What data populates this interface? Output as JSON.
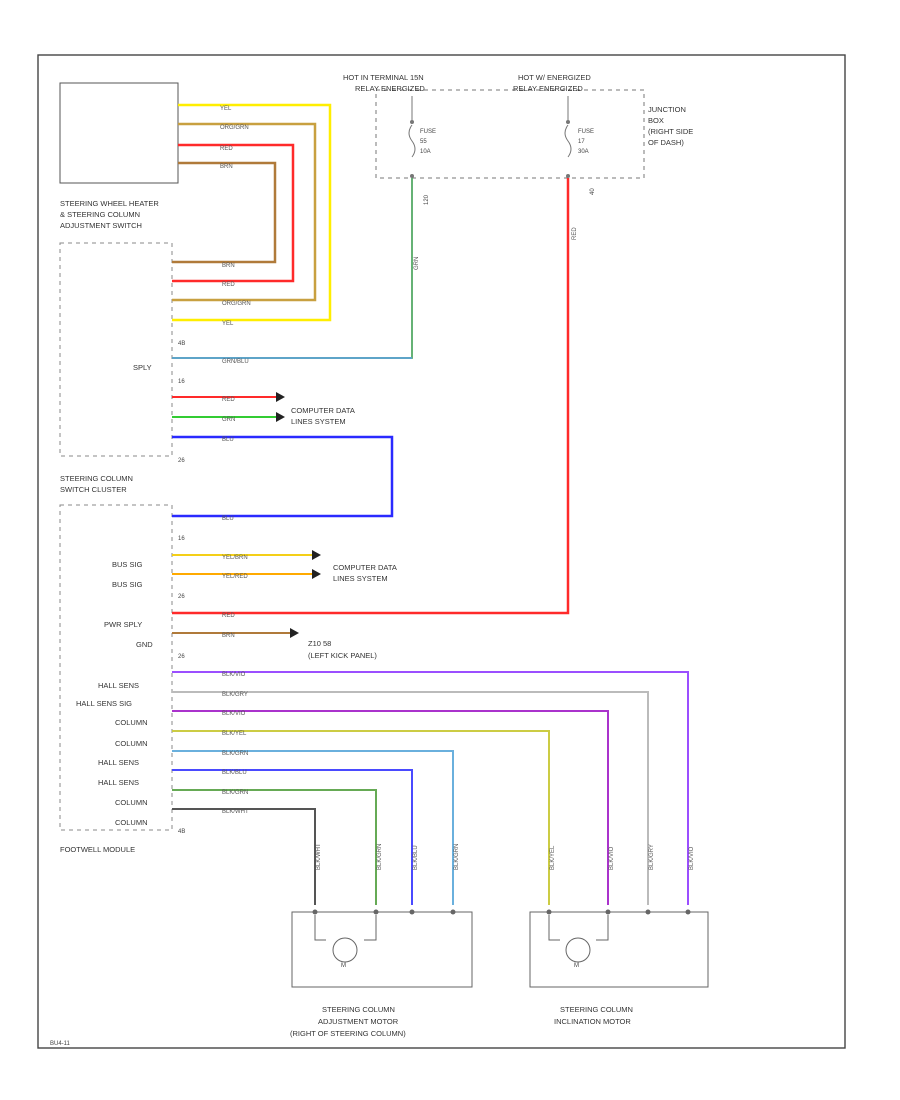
{
  "switch_label": [
    "STEERING WHEEL HEATER",
    "& STEERING COLUMN",
    "ADJUSTMENT SWITCH"
  ],
  "column_cluster_label": [
    "STEERING COLUMN",
    "SWITCH CLUSTER"
  ],
  "footwell_label": "FOOTWELL MODULE",
  "hot_terminal_label": [
    "HOT IN TERMINAL 15N",
    "RELAY ENERGIZED"
  ],
  "hot_relay_label": [
    "HOT W/ ENERGIZED",
    "RELAY ENERGIZED"
  ],
  "junction_box_label": [
    "JUNCTION",
    "BOX",
    "(RIGHT SIDE",
    "OF DASH)"
  ],
  "fuse_a": [
    "FUSE",
    "55",
    "10A"
  ],
  "fuse_b": [
    "FUSE",
    "17",
    "30A"
  ],
  "fuse_a_term": "120",
  "fuse_b_term": "40",
  "splice_label": "SPLY",
  "computer_data_1": [
    "COMPUTER DATA",
    "LINES SYSTEM"
  ],
  "computer_data_2": [
    "COMPUTER DATA",
    "LINES SYSTEM"
  ],
  "ground_label": [
    "Z10 58",
    "(LEFT KICK PANEL)"
  ],
  "adjustment_motor_label": [
    "STEERING COLUMN",
    "ADJUSTMENT MOTOR",
    "(RIGHT OF STEERING COLUMN)"
  ],
  "inclination_motor_label": [
    "STEERING COLUMN",
    "INCLINATION MOTOR"
  ],
  "motor_symbol": "M",
  "connector_labels": [
    "4B",
    "16",
    "26",
    "16",
    "26",
    "26",
    "4B"
  ],
  "switch_pin_labels": [
    "BUS SIG",
    "BUS SIG",
    "PWR SPLY",
    "GND",
    "HALL SENS",
    "HALL SENS SIG",
    "COLUMN",
    "COLUMN",
    "HALL SENS",
    "HALL SENS",
    "COLUMN",
    "COLUMN"
  ],
  "footer_code": "BU4-11",
  "wire_colors": {
    "yel": "#ffee00",
    "org_grn": "#c8a040",
    "red": "#ff2a2a",
    "brn": "#b07a3a",
    "grn_blu": "#5aa0d0",
    "grn": "#33cc33",
    "blu": "#2a2aff",
    "yel_brn": "#e8b030",
    "vio": "#9b4fff",
    "gry": "#bbbbbb",
    "blk_vio": "#aa33cc",
    "blk_yel": "#cccc44",
    "blk_blu": "#6ab0dd",
    "blk_grn": "#66aa55",
    "blk": "#555555",
    "fuse_wire": "#55aa66"
  },
  "top_wires": [
    {
      "label": "YEL",
      "color": "#ffee00"
    },
    {
      "label": "ORG/GRN",
      "color": "#c8a040"
    },
    {
      "label": "RED",
      "color": "#ff2a2a"
    },
    {
      "label": "BRN",
      "color": "#b07a3a"
    }
  ],
  "wire_tags": {
    "fuse_wire": "GRN",
    "red_main": "RED",
    "grn_blu": "GRN/BLU",
    "red_data": "RED",
    "grn_data": "GRN",
    "blu_loop": "BLU",
    "yel_brn_1": "YEL/BRN",
    "yel_brn_2": "YEL/RED",
    "pwr": "RED",
    "gnd": "BRN",
    "h1": "BLK/VIO",
    "h2": "BLK/GRY",
    "h3": "BLK/VIO",
    "h4": "BLK/YEL",
    "h5": "BLK/GRN",
    "h6": "BLK/BLU",
    "h7": "BLK/GRN",
    "h8": "BLK/WHT"
  }
}
